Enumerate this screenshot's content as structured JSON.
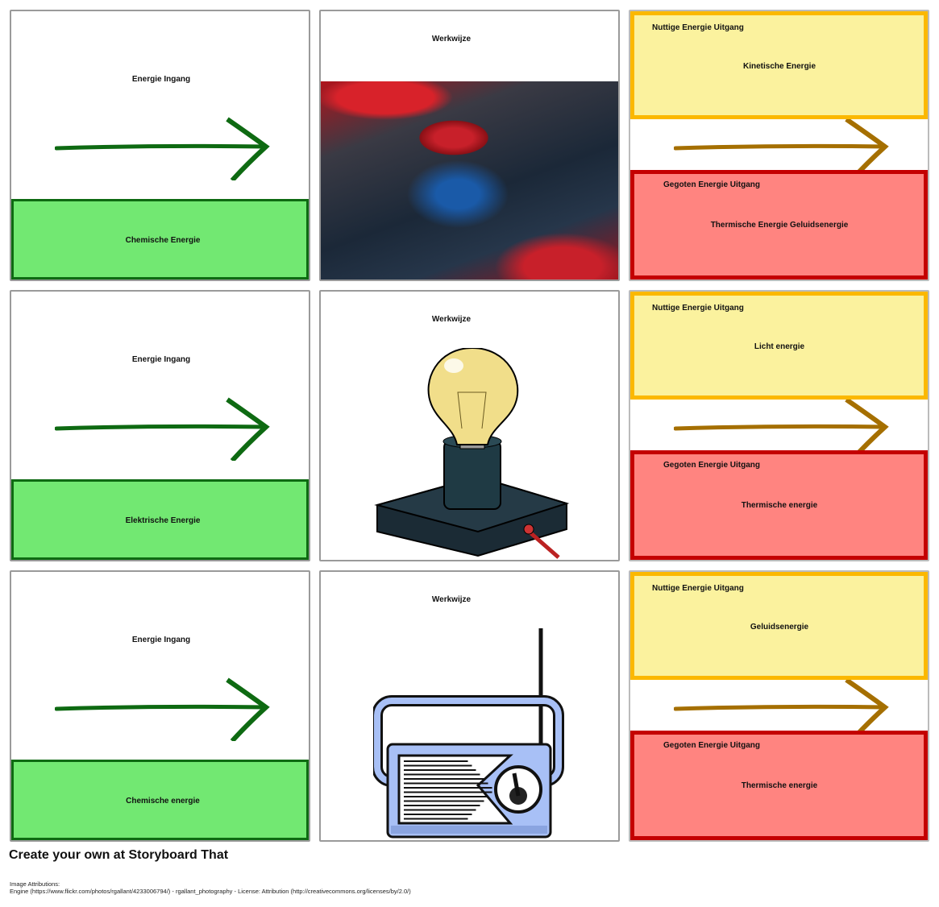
{
  "rows": [
    {
      "input_label": "Energie Ingang",
      "input_value": "Chemische Energie",
      "process_label": "Werkwijze",
      "process_image": "engine-photo",
      "useful_label": "Nuttige Energie Uitgang",
      "useful_value": "Kinetische Energie",
      "waste_label": "Gegoten Energie Uitgang",
      "waste_value": "Thermische Energie Geluidsenergie"
    },
    {
      "input_label": "Energie Ingang",
      "input_value": "Elektrische Energie",
      "process_label": "Werkwijze",
      "process_image": "light-bulb",
      "useful_label": "Nuttige Energie Uitgang",
      "useful_value": "Licht energie",
      "waste_label": "Gegoten Energie Uitgang",
      "waste_value": "Thermische energie"
    },
    {
      "input_label": "Energie Ingang",
      "input_value": "Chemische energie",
      "process_label": "Werkwijze",
      "process_image": "radio",
      "useful_label": "Nuttige Energie Uitgang",
      "useful_value": "Geluidsenergie",
      "waste_label": "Gegoten Energie Uitgang",
      "waste_value": "Thermische energie"
    }
  ],
  "footer": {
    "title": "Create your own at Storyboard That",
    "attributions_heading": "Image Attributions:",
    "attribution": "Engine (https://www.flickr.com/photos/rgallant/4233006794/) - rgallant_photography - License: Attribution (http://creativecommons.org/licenses/by/2.0/)"
  },
  "colors": {
    "green_arrow": "#0e6a12",
    "brown_arrow": "#a56f00",
    "green_fill": "#72e872",
    "yellow_fill": "#fbf29e",
    "red_fill": "#ff8480"
  }
}
